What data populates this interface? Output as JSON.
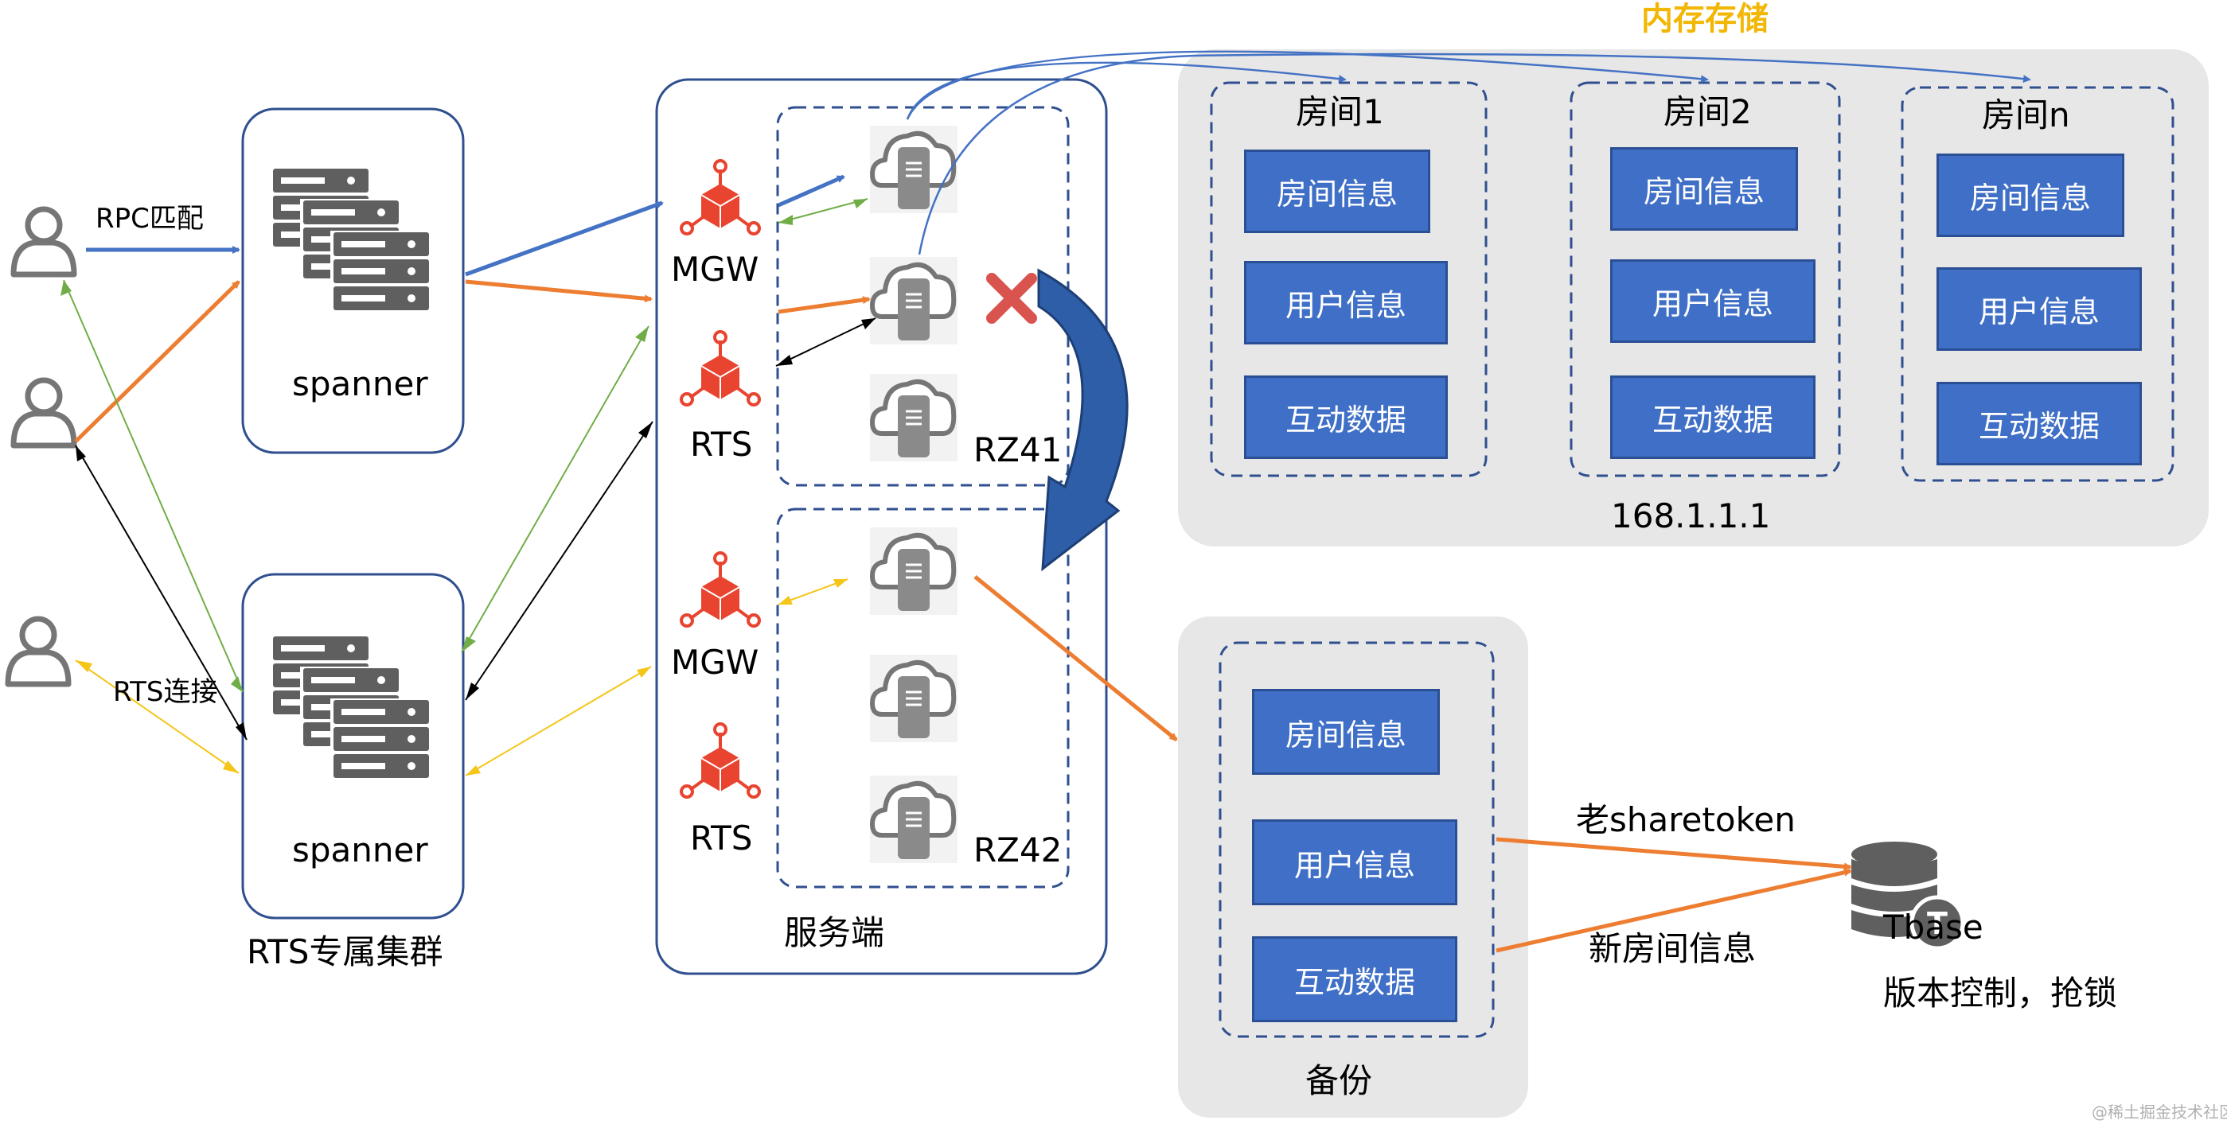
{
  "colors": {
    "blue": "#4472c4",
    "orange": "#ed7d31",
    "green": "#70ad47",
    "yellow": "#f5c518",
    "black": "#000000",
    "red_x": "#d9534f",
    "panel_gray": "#e7e7e7",
    "icon_gray": "#767676",
    "icon_red": "#e8442f",
    "title_yellow": "#f2b705"
  },
  "labels": {
    "rpc_match": "RPC匹配",
    "rts_connect": "RTS连接",
    "spanner_top": "spanner",
    "spanner_bottom": "spanner",
    "rts_cluster": "RTS专属集群",
    "server_side": "服务端",
    "mgw_1": "MGW",
    "rts_1": "RTS",
    "mgw_2": "MGW",
    "rts_2": "RTS",
    "rz41": "RZ41",
    "rz42": "RZ42",
    "memory_storage": "内存存储",
    "ip_address": "168.1.1.1",
    "backup": "备份",
    "old_sharetoken": "老sharetoken",
    "new_room_info": "新房间信息",
    "tbase": "Tbase",
    "tbase_note": "版本控制，抢锁",
    "watermark": "@稀土掘金技术社区"
  },
  "rooms": [
    {
      "title": "房间1",
      "items": [
        "房间信息",
        "用户信息",
        "互动数据"
      ]
    },
    {
      "title": "房间2",
      "items": [
        "房间信息",
        "用户信息",
        "互动数据"
      ]
    },
    {
      "title": "房间n",
      "items": [
        "房间信息",
        "用户信息",
        "互动数据"
      ]
    }
  ],
  "backup_items": [
    "房间信息",
    "用户信息",
    "互动数据"
  ]
}
